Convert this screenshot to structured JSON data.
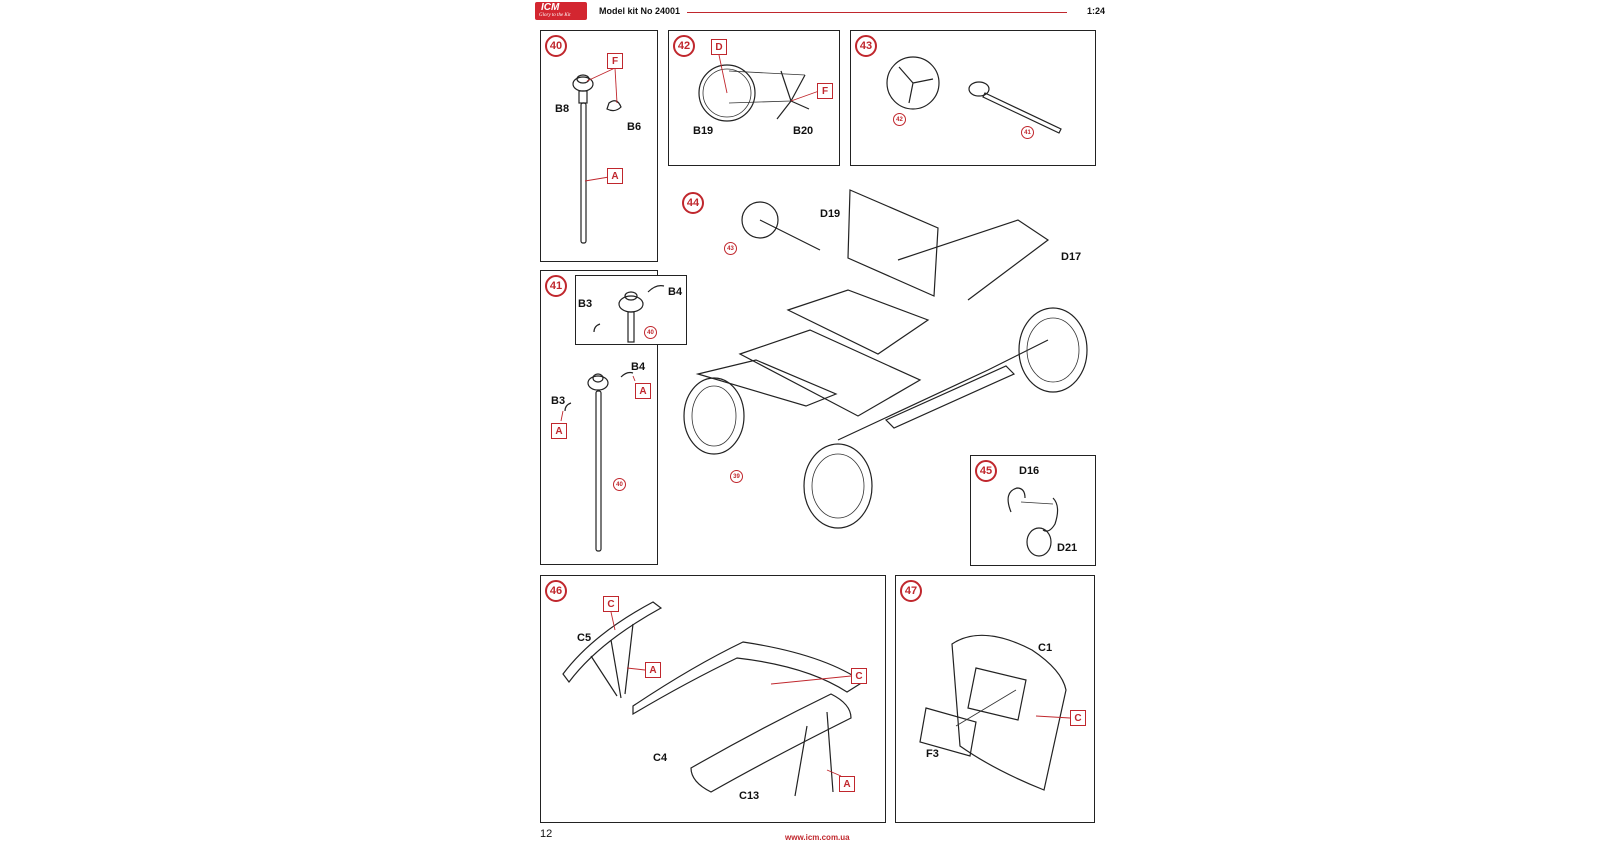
{
  "header": {
    "logo": "ICM",
    "logo_tagline": "Glory to the Kit",
    "title": "Model kit No 24001",
    "scale": "1:24"
  },
  "footer": {
    "page_number": "12",
    "url": "www.icm.com.ua"
  },
  "colors": {
    "accent": "#c0272d",
    "line": "#222222"
  },
  "steps": {
    "s40": {
      "number": "40",
      "parts": [
        "B8",
        "B6"
      ],
      "callouts": [
        "F",
        "A"
      ]
    },
    "s41": {
      "number": "41",
      "parts": [
        "B3",
        "B4",
        "B4",
        "B3"
      ],
      "callouts": [
        "A",
        "A"
      ],
      "refs": [
        "40",
        "40"
      ]
    },
    "s42": {
      "number": "42",
      "parts": [
        "B19",
        "B20"
      ],
      "callouts": [
        "D",
        "F"
      ]
    },
    "s43": {
      "number": "43",
      "refs": [
        "42",
        "41"
      ]
    },
    "s44": {
      "number": "44",
      "parts": [
        "D19",
        "D17"
      ],
      "refs": [
        "43",
        "39"
      ]
    },
    "s45": {
      "number": "45",
      "parts": [
        "D16",
        "D21"
      ]
    },
    "s46": {
      "number": "46",
      "parts": [
        "C5",
        "C4",
        "C13"
      ],
      "callouts": [
        "C",
        "A",
        "C",
        "A"
      ]
    },
    "s47": {
      "number": "47",
      "parts": [
        "C1",
        "F3"
      ],
      "callouts": [
        "C"
      ]
    }
  }
}
